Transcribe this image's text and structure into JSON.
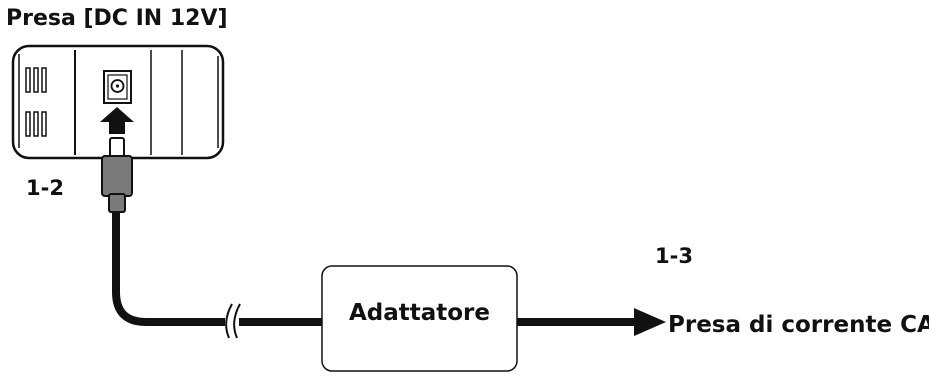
{
  "socket_label": "Presa [DC IN 12V]",
  "steps": {
    "step_a": "1-2",
    "step_b": "1-3"
  },
  "adapter_label": "Adattatore",
  "outlet_label": "Presa di corrente CA"
}
